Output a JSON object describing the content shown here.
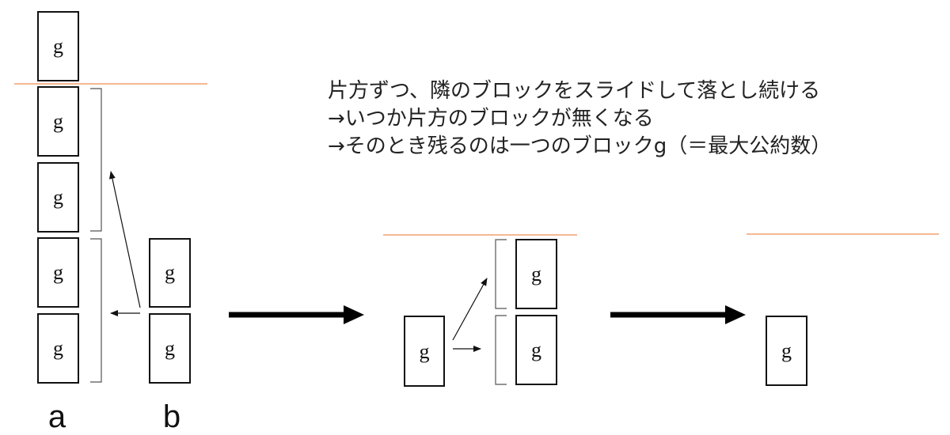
{
  "caption": {
    "line1": "片方ずつ、隣のブロックをスライドして落とし続ける",
    "line2": "→いつか片方のブロックが無くなる",
    "line3": "→そのとき残るのは一つのブロックg（＝最大公約数）"
  },
  "block_label": "g",
  "stacks": {
    "a_label": "a",
    "b_label": "b"
  },
  "colors": {
    "line": "#f0a070",
    "stroke": "#111111"
  }
}
